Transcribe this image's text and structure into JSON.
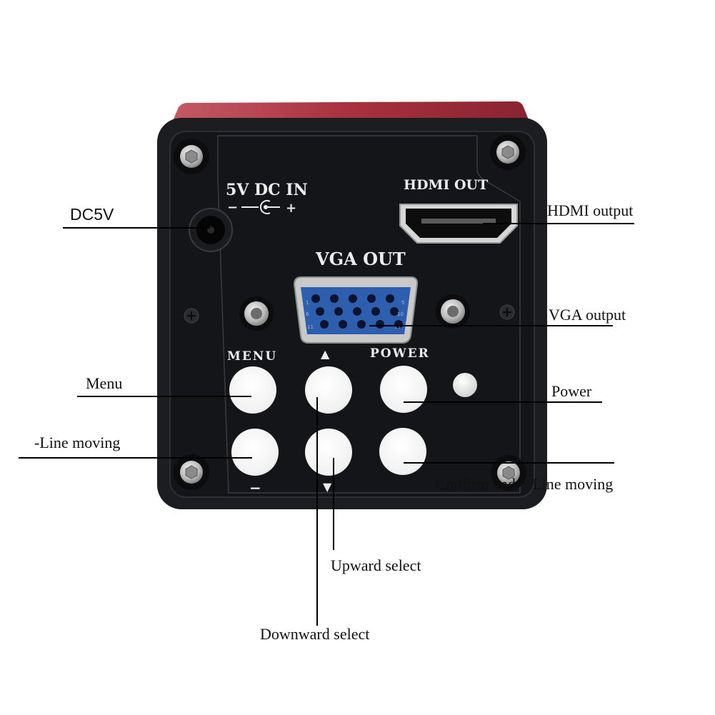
{
  "device_panel": {
    "power_label": "5V DC IN",
    "polarity_minus": "−",
    "polarity_plus": "+",
    "hdmi_label": "HDMI OUT",
    "vga_label": "VGA OUT",
    "menu_label": "MENU",
    "power_button_label": "POWER",
    "up_arrow": "▲",
    "down_arrow": "▼",
    "minus_mark": "−",
    "vga_pin_numbers": {
      "pin1": "1",
      "pin5": "5",
      "pin11": "11",
      "pin15": "15",
      "pin6": "6",
      "pin10": "10"
    }
  },
  "callouts": {
    "dc5v": "DC5V",
    "hdmi": "HDMI output",
    "vga": "VGA output",
    "menu": "Menu",
    "power": "Power",
    "line_minus": "-Line moving",
    "confirm_plus": "Confirm and + Line moving",
    "upward": "Upward select",
    "downward": "Downward select"
  },
  "colors": {
    "body_black": "#16171a",
    "housing_red": "#a8313e",
    "vga_blue": "#2d5fae",
    "button_white": "#f6f6f6",
    "leader_line": "#000000"
  }
}
